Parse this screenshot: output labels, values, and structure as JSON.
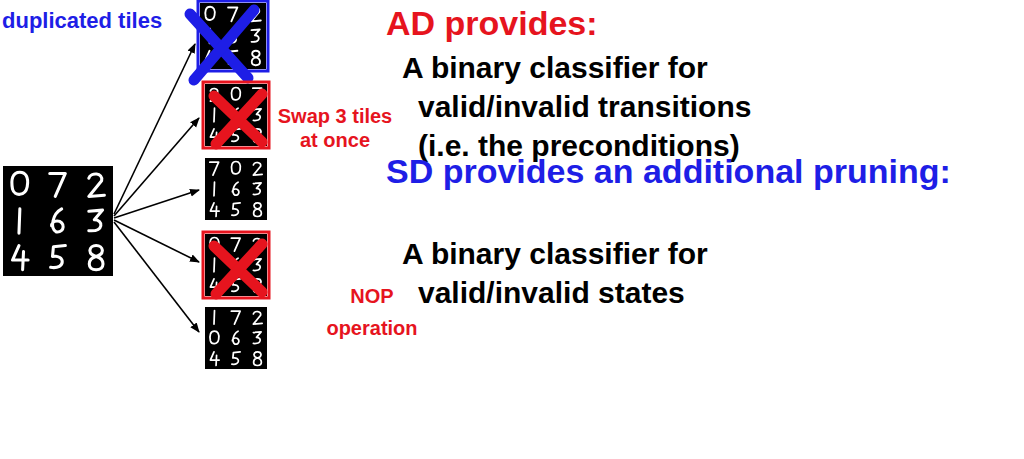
{
  "diagram": {
    "labels": [
      "duplicated tiles",
      "Swap 3 tiles at once",
      "NOP operation",
      "AD provides:",
      "A binary classifier for valid/invalid transitions (i.e. the preconditions)",
      "SD provides an additional pruning:",
      "A binary classifier for valid/invalid states"
    ]
  }
}
